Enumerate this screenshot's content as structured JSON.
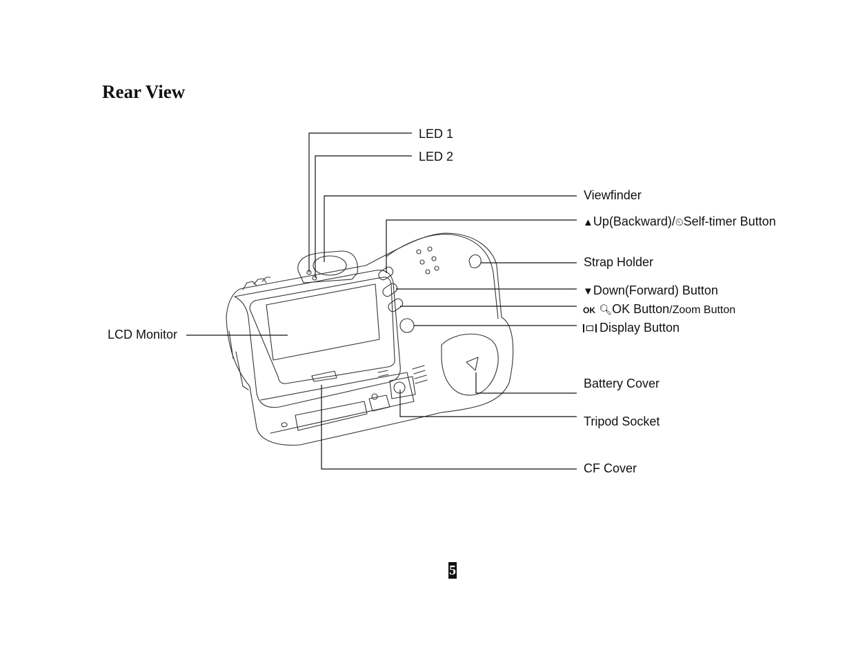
{
  "heading": "Rear View",
  "labels": {
    "led1": "LED 1",
    "led2": "LED 2",
    "viewfinder": "Viewfinder",
    "up_prefix": "Up(Backward)/",
    "up_suffix": "Self-timer Button",
    "strap_holder": "Strap Holder",
    "down": "Down(Forward) Button",
    "ok_glyph": "OK",
    "ok": "OK Button",
    "zoom": "/Zoom Button",
    "display": "Display Button",
    "lcd_monitor": "LCD Monitor",
    "battery_cover": "Battery Cover",
    "tripod_socket": "Tripod Socket",
    "cf_cover": "CF Cover"
  },
  "page_number": "5",
  "icons": {
    "up": "up-triangle-icon",
    "self_timer": "self-timer-icon",
    "down": "down-triangle-icon",
    "zoom": "magnifier-icon",
    "display": "display-icon"
  }
}
